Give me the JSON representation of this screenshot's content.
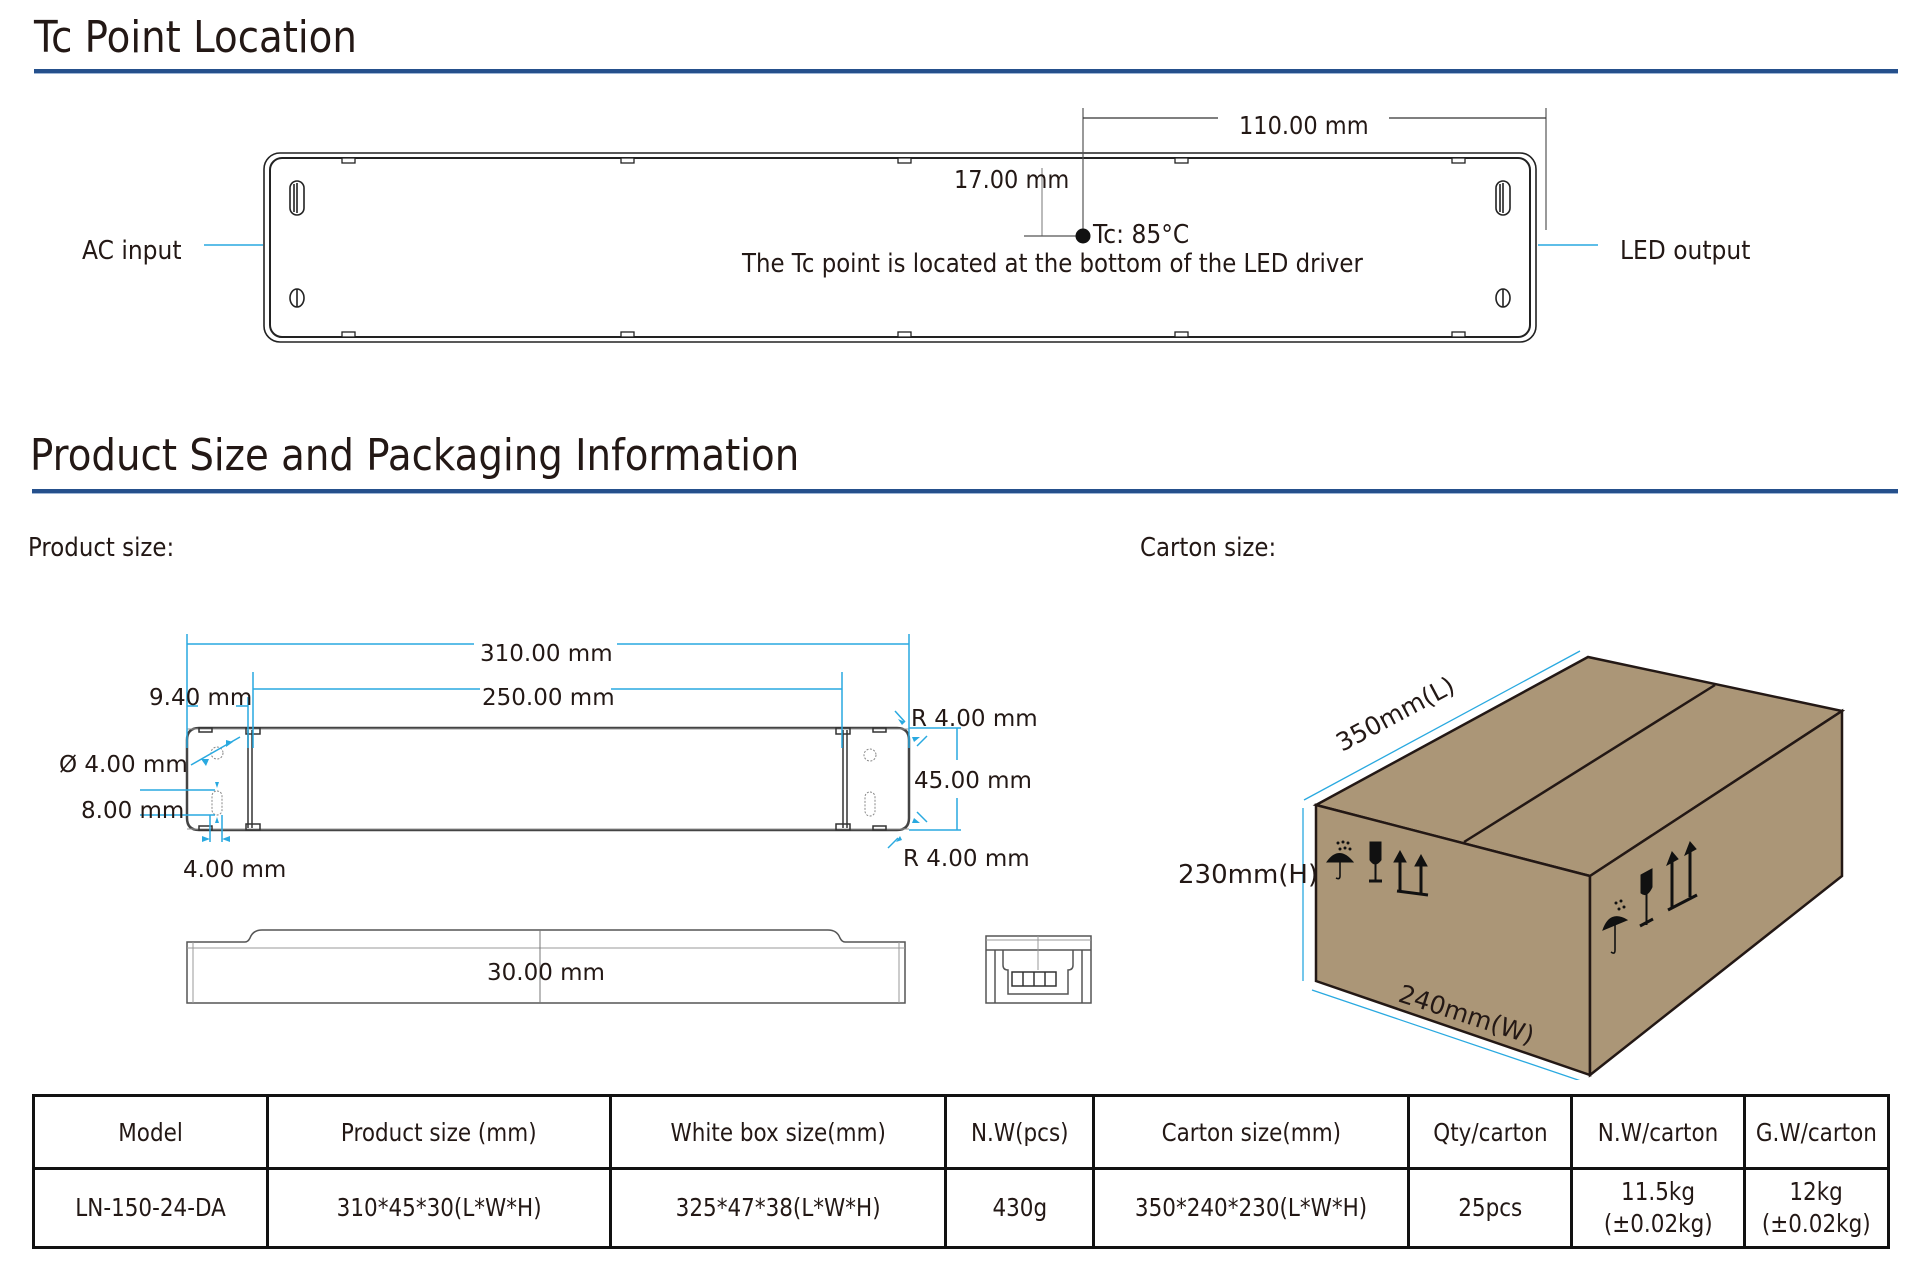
{
  "sections": {
    "tc": {
      "title": "Tc Point Location",
      "ac_input_label": "AC input",
      "led_output_label": "LED output",
      "dim_110": "110.00 mm",
      "dim_17": "17.00 mm",
      "tc_label": "Tc: 85°C",
      "note": "The Tc point is located at the bottom of the LED driver"
    },
    "packaging": {
      "title": "Product Size and Packaging Information",
      "product_size_label": "Product size:",
      "carton_size_label": "Carton size:",
      "product_dims": {
        "length_total": "310.00 mm",
        "length_inner": "250.00 mm",
        "edge_offset": "9.40 mm",
        "hole_diameter": "Ø 4.00 mm",
        "slot_length": "8.00 mm",
        "slot_width": "4.00 mm",
        "radius_top": "R 4.00 mm",
        "radius_bottom": "R 4.00 mm",
        "width": "45.00 mm",
        "height": "30.00 mm"
      },
      "carton_dims": {
        "length": "350mm(L)",
        "height": "230mm(H)",
        "width": "240mm(W)"
      },
      "carton_icons": [
        "keep-dry-icon",
        "fragile-icon",
        "this-way-up-icon"
      ],
      "colors": {
        "accent_rule": "#25508c",
        "dimension_line": "#29a9e0",
        "carton_fill": "#ab9677"
      }
    }
  },
  "table": {
    "headers": [
      "Model",
      "Product size (mm)",
      "White box size(mm)",
      "N.W(pcs)",
      "Carton size(mm)",
      "Qty/carton",
      "N.W/carton",
      "G.W/carton"
    ],
    "rows": [
      {
        "model": "LN-150-24-DA",
        "product_size": "310*45*30(L*W*H)",
        "white_box_size": "325*47*38(L*W*H)",
        "nw_pcs": "430g",
        "carton_size": "350*240*230(L*W*H)",
        "qty_carton": "25pcs",
        "nw_carton": "11.5kg",
        "nw_carton_tol": "(±0.02kg)",
        "gw_carton": "12kg",
        "gw_carton_tol": "(±0.02kg)"
      }
    ]
  }
}
